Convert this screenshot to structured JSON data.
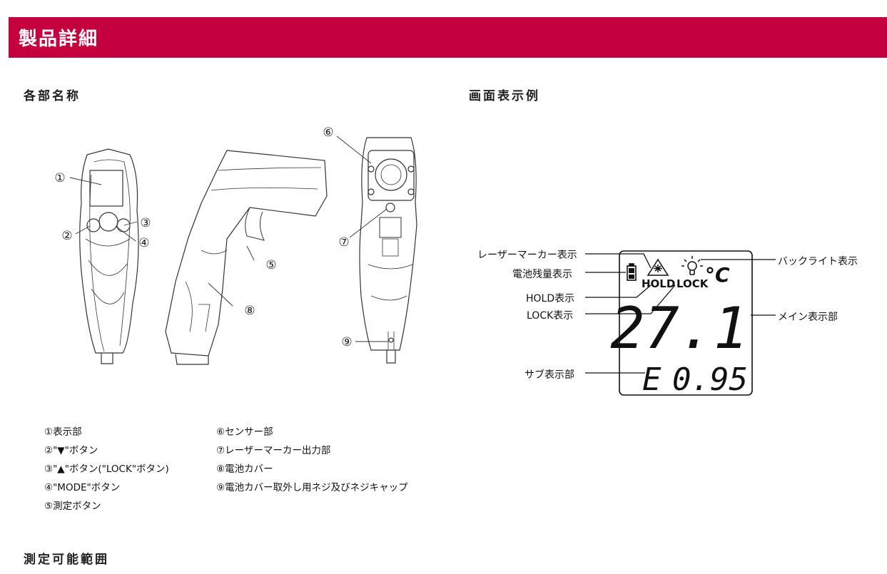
{
  "header": {
    "title": "製品詳細"
  },
  "sections": {
    "parts": "各部名称",
    "display": "画面表示例",
    "range": "測定可能範囲"
  },
  "diagram_markers": [
    "①",
    "②",
    "③",
    "④",
    "⑤",
    "⑥",
    "⑦",
    "⑧",
    "⑨"
  ],
  "parts_legend": [
    "①表示部",
    "②\"▼\"ボタン",
    "③\"▲\"ボタン(\"LOCK\"ボタン)",
    "④\"MODE\"ボタン",
    "⑤測定ボタン",
    "⑥センサー部",
    "⑦レーザーマーカー出力部",
    "⑧電池カバー",
    "⑨電池カバー取外し用ネジ及びネジキャップ"
  ],
  "lcd": {
    "hold": "HOLD",
    "lock": "LOCK",
    "unit": "°C",
    "main_value": "27.1",
    "sub_mode": "E",
    "sub_value": "0.95"
  },
  "lcd_callouts": {
    "laser": "レーザーマーカー表示",
    "battery": "電池残量表示",
    "hold": "HOLD表示",
    "lock": "LOCK表示",
    "sub": "サブ表示部",
    "backlight": "バックライト表示",
    "main": "メイン表示部"
  },
  "colors": {
    "accent": "#c5003e"
  }
}
